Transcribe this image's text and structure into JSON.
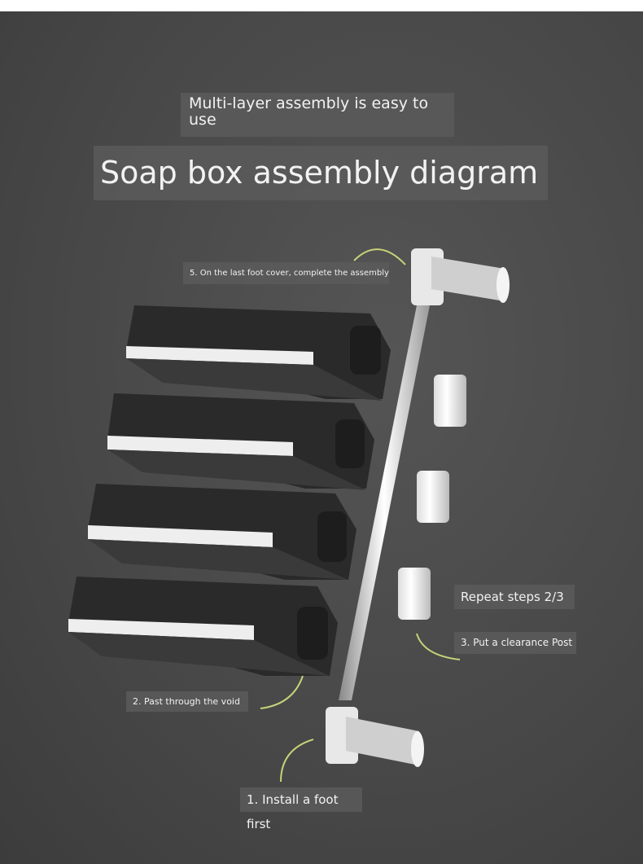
{
  "subtitle": "Multi-layer assembly is easy to use",
  "title": "Soap box assembly diagram",
  "steps": {
    "step5": "5. On the last foot cover, complete the assembly",
    "step2": "2. Past through the void",
    "repeat": "Repeat steps 2/3",
    "step3": "3. Put a clearance Post",
    "step1": "1. Install a foot first"
  },
  "colors": {
    "background": "#4a4a4a",
    "arrow": "#c8d27a",
    "box": "#2a2a2a",
    "white": "#f0f0f0"
  }
}
